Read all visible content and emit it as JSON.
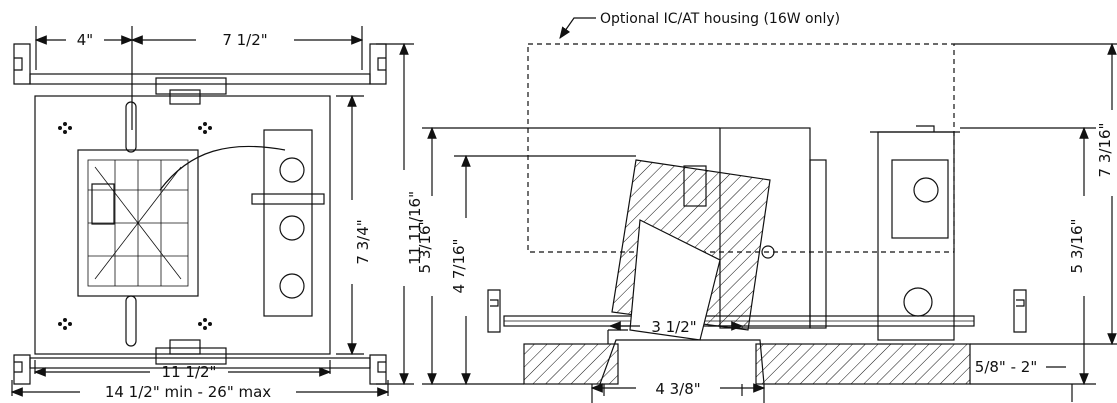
{
  "top_view": {
    "dim_top_left": "4\"",
    "dim_top_right": "7 1/2\"",
    "dim_inner_height": "7 3/4\"",
    "dim_outer_height": "11 11/16\"",
    "dim_inner_width": "11 1/2\"",
    "dim_outer_width": "14 1/2\" min - 26\" max"
  },
  "side_view": {
    "callout": "Optional IC/AT housing (16W only)",
    "dim_left_outer": "5 3/16\"",
    "dim_left_inner": "4 7/16\"",
    "dim_right_outer": "7 3/16\"",
    "dim_right_inner": "5 3/16\"",
    "dim_aperture": "3 1/2\"",
    "dim_trim": "4 3/8\"",
    "dim_ceiling": "5/8\" - 2\""
  }
}
